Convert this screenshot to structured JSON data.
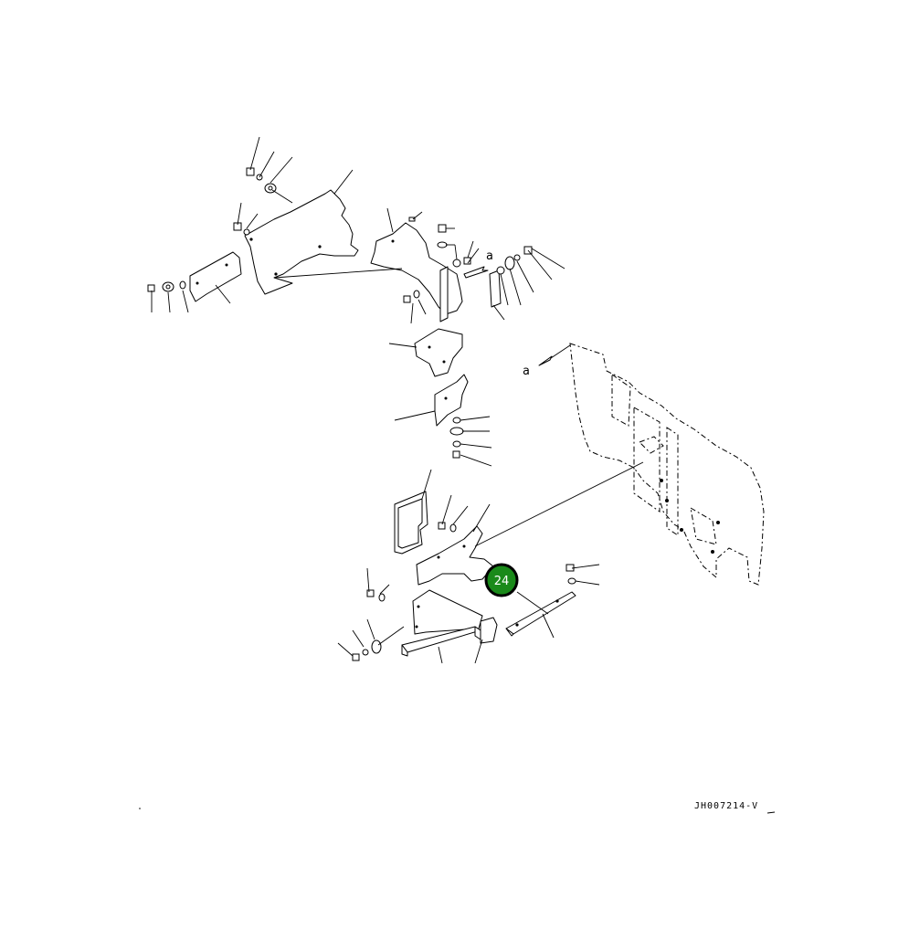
{
  "diagram": {
    "view_label_top": "a",
    "view_label_right": "a",
    "drawing_code": "JH007214-V",
    "callout": {
      "number": "24",
      "fill_color": "#1a8a1a"
    }
  }
}
